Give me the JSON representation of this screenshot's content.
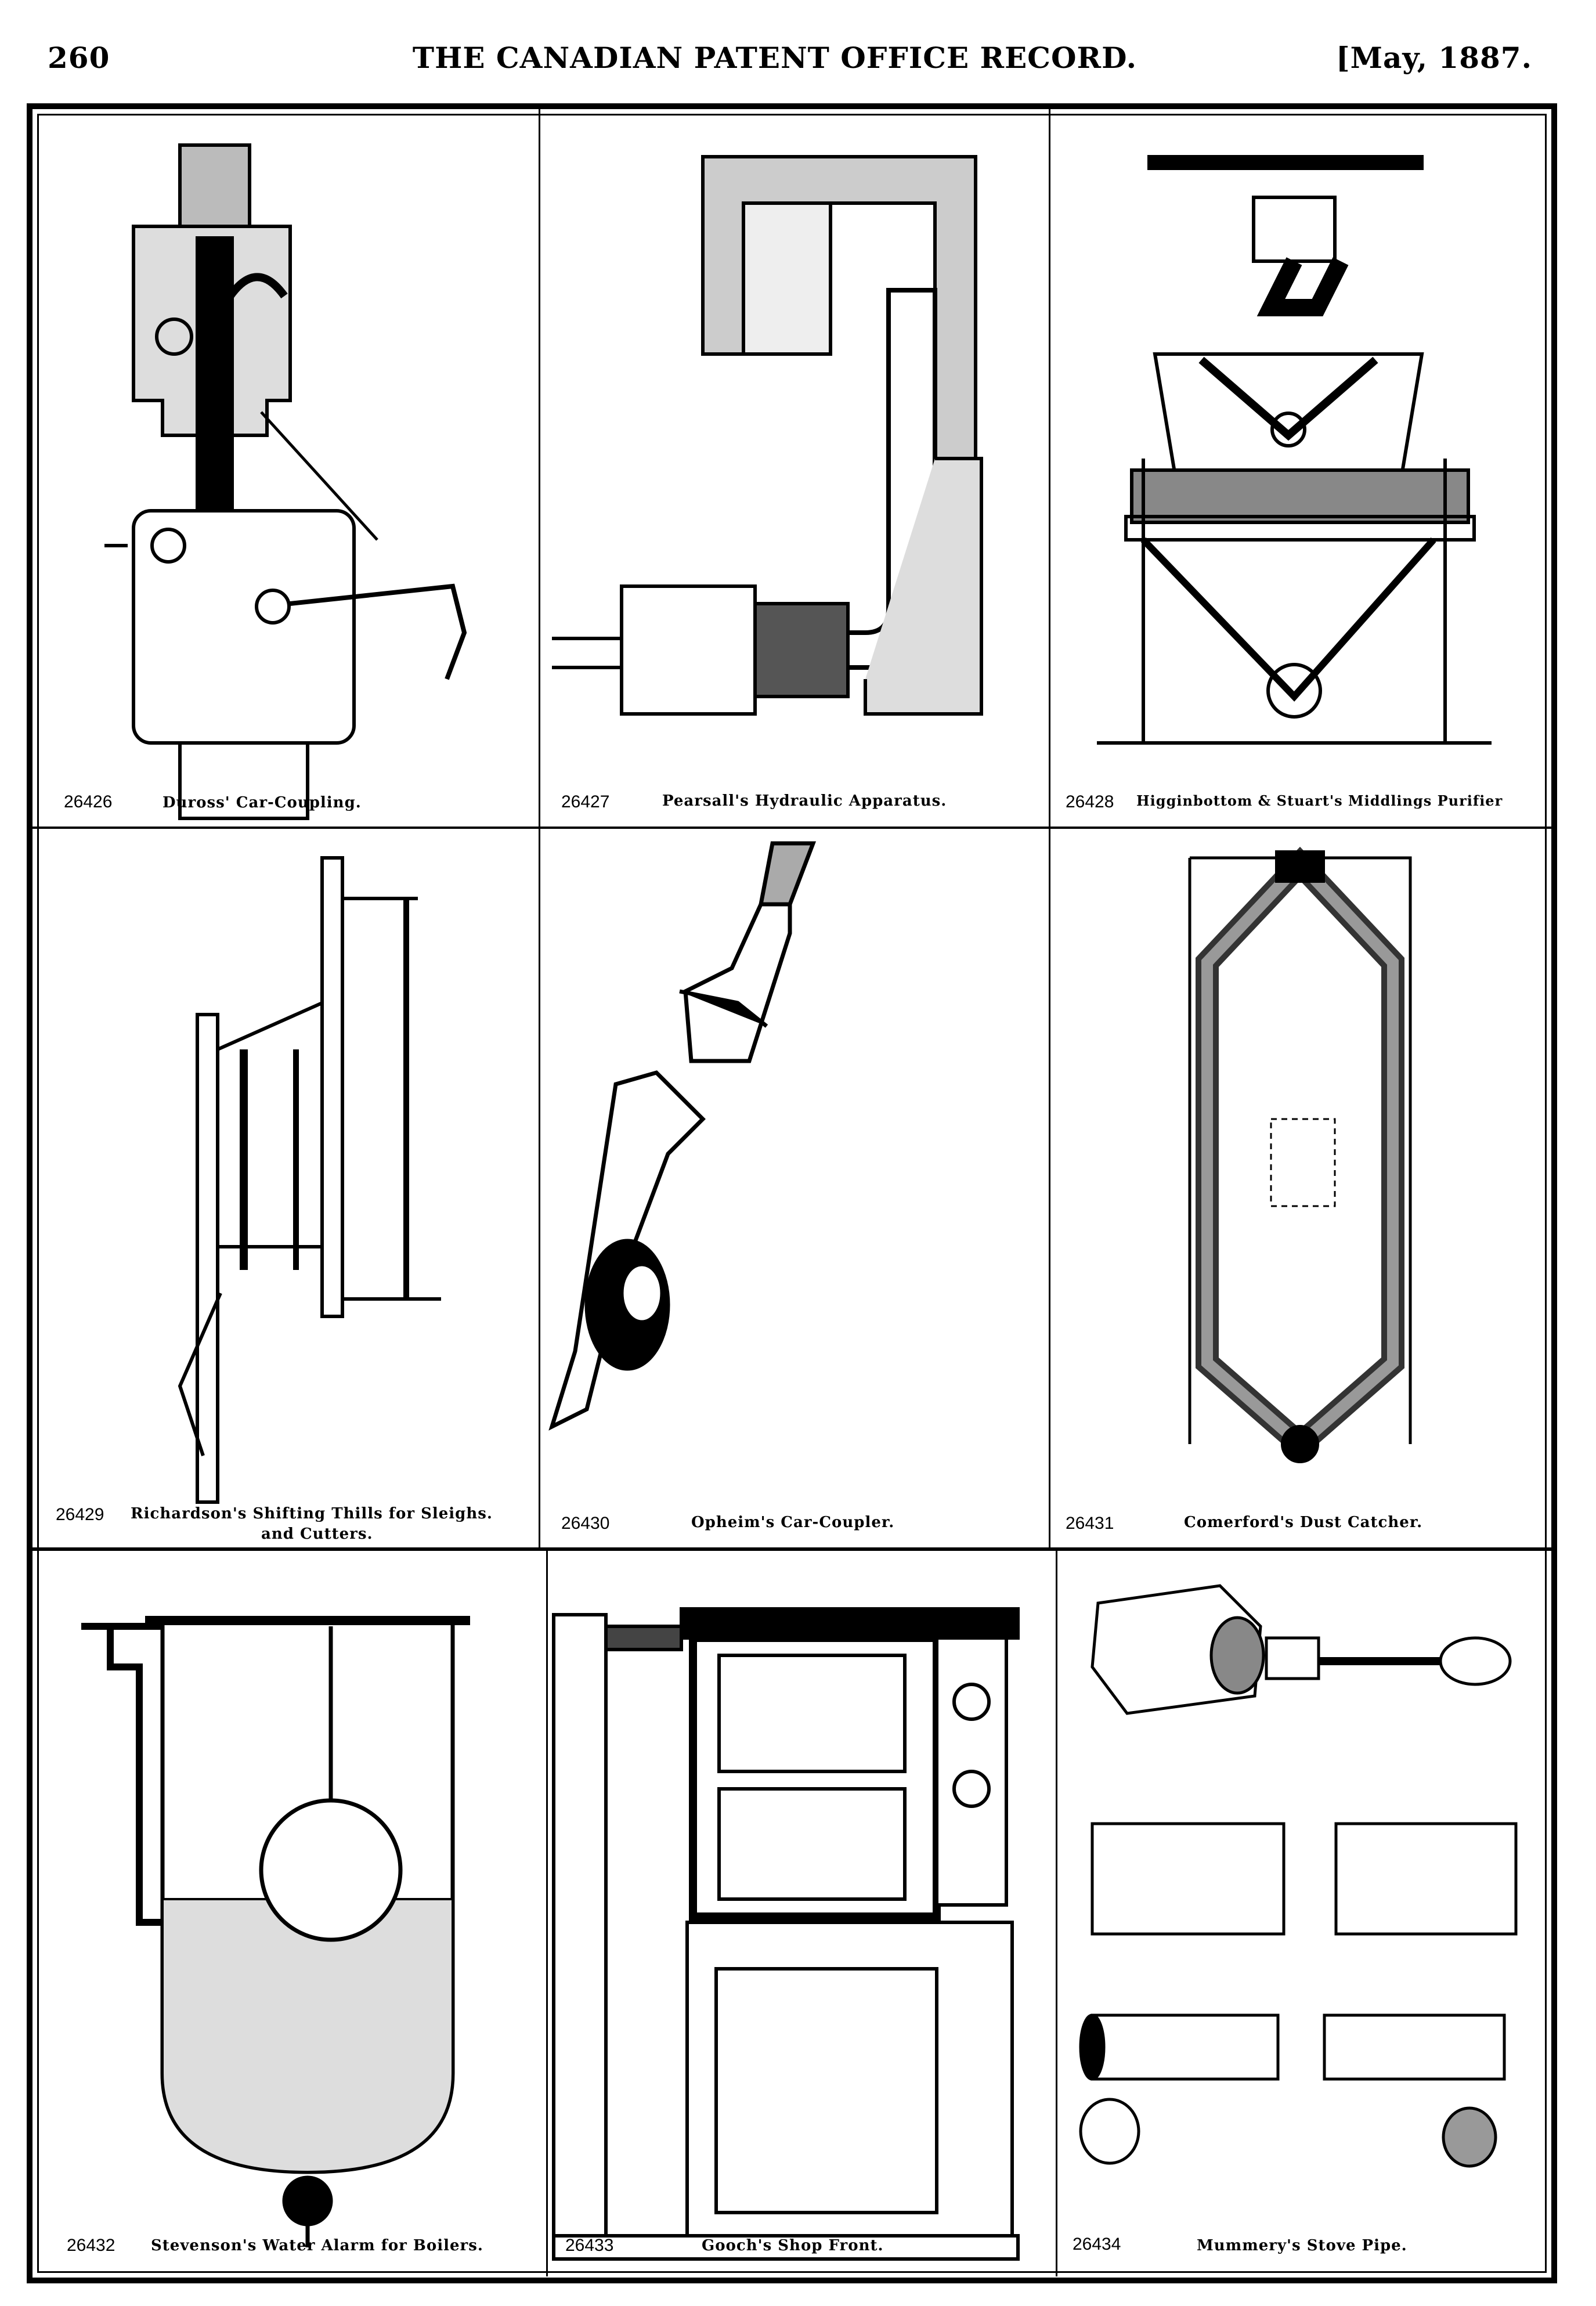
{
  "header": {
    "page_number": "260",
    "title": "THE CANADIAN PATENT OFFICE RECORD.",
    "date": "[May, 1887."
  },
  "patents": [
    {
      "number": "26426",
      "caption": "Duross' Car-Coupling."
    },
    {
      "number": "26427",
      "caption": "Pearsall's Hydraulic Apparatus."
    },
    {
      "number": "26428",
      "caption": "Higginbottom & Stuart's Middlings Purifier"
    },
    {
      "number": "26429",
      "caption": "Richardson's Shifting Thills for Sleighs.",
      "caption_line2": "and Cutters."
    },
    {
      "number": "26430",
      "caption": "Opheim's Car-Coupler."
    },
    {
      "number": "26431",
      "caption": "Comerford's Dust Catcher."
    },
    {
      "number": "26432",
      "caption": "Stevenson's Water Alarm for Boilers."
    },
    {
      "number": "26433",
      "caption": "Gooch's Shop Front."
    },
    {
      "number": "26434",
      "caption": "Mummery's Stove Pipe."
    }
  ]
}
